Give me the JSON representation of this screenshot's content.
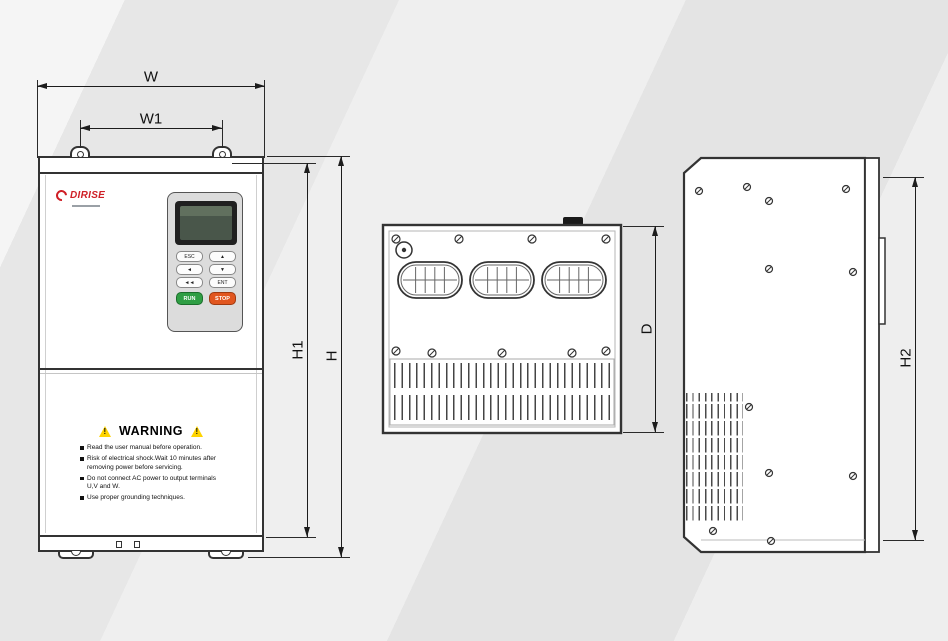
{
  "dim_labels": {
    "w": "W",
    "w1": "W1",
    "h1": "H1",
    "h": "H",
    "d": "D",
    "h2": "H2"
  },
  "front_view": {
    "logo_text": "DIRISE",
    "keypad": {
      "keys": [
        "ESC",
        "▲",
        "◄",
        "▼",
        "◄◄",
        "ENT"
      ],
      "run_label": "RUN",
      "stop_label": "STOP"
    },
    "warning": {
      "icon_char": "!",
      "title": "WARNING",
      "items": [
        "Read the user manual before operation.",
        "Risk of electrical shock.Wait 10 minutes after removing power before servicing.",
        "Do not connect AC power to output terminals U,V and W.",
        "Use proper grounding techniques."
      ]
    }
  },
  "colors": {
    "outline": "#333333",
    "dimension_line": "#1c1c1c",
    "logo_red": "#cf1f26",
    "run_green": "#2f9e44",
    "stop_orange": "#e1561f",
    "warning_yellow": "#ffd400"
  }
}
